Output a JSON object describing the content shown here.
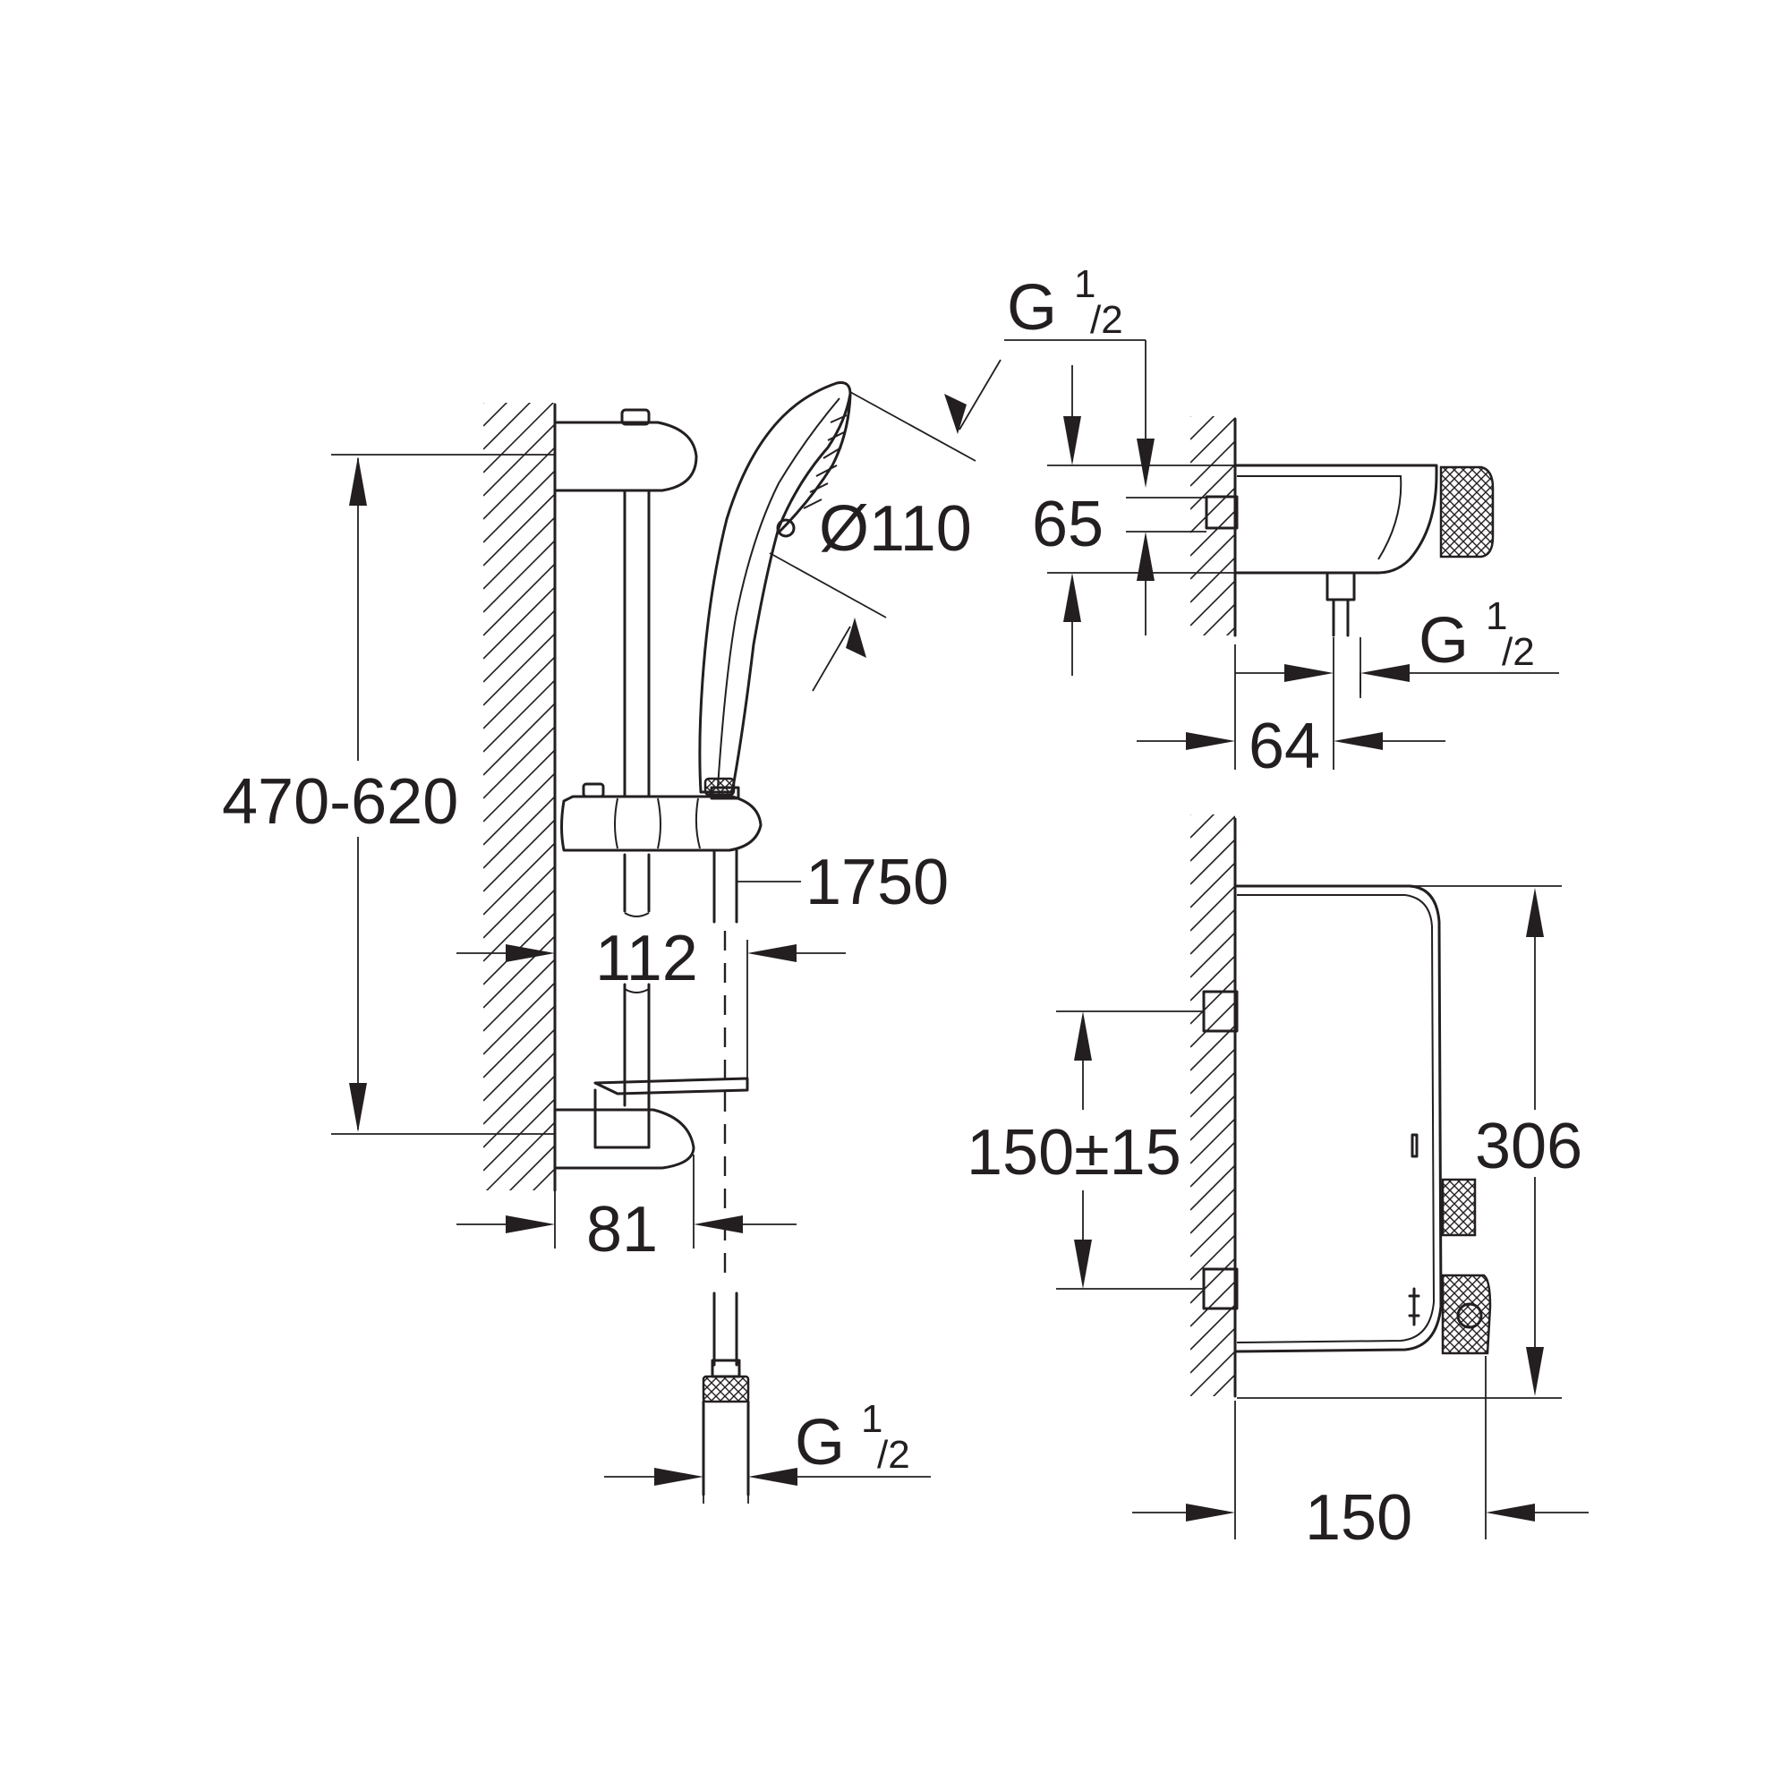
{
  "colors": {
    "line": "#231f20",
    "background": "#ffffff"
  },
  "labels": {
    "rail_height": "470-620",
    "head_diameter": "Ø110",
    "hose_length": "1750",
    "holder_projection": "112",
    "rail_depth": "81",
    "thread_symbol": "G",
    "thread_num": "1",
    "thread_den": "/2",
    "inlet_height": "65",
    "outlet_offset": "64",
    "inlet_spacing": "150±15",
    "body_height": "306",
    "body_depth": "150"
  }
}
